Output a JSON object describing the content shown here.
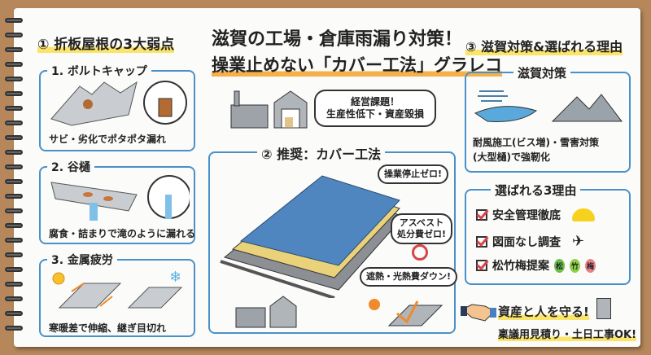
{
  "header": {
    "title_line1": "滋賀の工場・倉庫雨漏り対策！",
    "title_line2": "操業止めない「カバー工法」グラレコ",
    "bubble_line1": "経営課題！",
    "bubble_line2": "生産性低下・資産毀損"
  },
  "section1": {
    "title": "① 折板屋根の3大弱点",
    "items": [
      {
        "label": "1. ボルトキャップ",
        "caption": "サビ・劣化でポタポタ漏れ"
      },
      {
        "label": "2. 谷樋",
        "caption": "腐食・詰まりで滝のように漏れる"
      },
      {
        "label": "3. 金属疲労",
        "caption": "寒暖差で伸縮、継ぎ目切れ"
      }
    ]
  },
  "section2": {
    "title": "② 推奨：カバー工法",
    "bubbles": [
      "操業停止ゼロ!",
      "アスベスト",
      "処分費ゼロ!",
      "遮熱・光熱費ダウン!"
    ]
  },
  "section3": {
    "title": "③ 滋賀対策&選ばれる理由",
    "shiga": {
      "label": "滋賀対策",
      "line1": "耐風施工(ビス増)・雪害対策",
      "line2": "(大型樋)で強靭化"
    },
    "reasons": {
      "label": "選ばれる3理由",
      "items": [
        "安全管理徹底",
        "図面なし調査",
        "松竹梅提案"
      ],
      "badges": [
        "松",
        "竹",
        "梅"
      ]
    },
    "footer": {
      "line1": "資産と人を守る!",
      "line2": "稟議用見積り・土日工事OK!"
    }
  },
  "colors": {
    "frame": "#4a90c8",
    "highlight": "#fbe46a",
    "roof": "#4f86bf",
    "check": "#d9434b"
  }
}
